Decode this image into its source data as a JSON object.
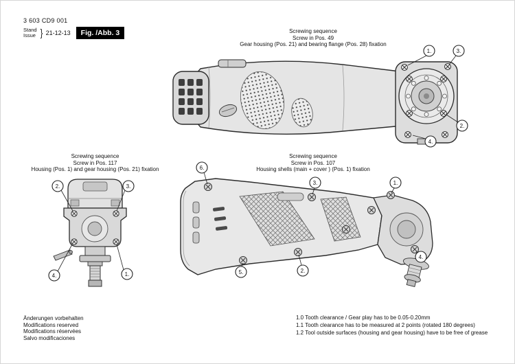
{
  "header": {
    "part_number": "3 603 CD9 001",
    "stand_label": "Stand",
    "issue_label": "Issue",
    "brace": "}",
    "date": "21-12-13",
    "fig_label": "Fig. /Abb. 3"
  },
  "sections": {
    "top_right": {
      "title": "Screwing sequence",
      "subtitle": "Screw in Pos. 49",
      "description": "Gear housing (Pos. 21) and bearing flange (Pos. 28) fixation",
      "callouts": [
        "1.",
        "3.",
        "2.",
        "4."
      ]
    },
    "left": {
      "title": "Screwing sequence",
      "subtitle": "Screw in Pos. 117",
      "description": "Housing (Pos. 1) and gear housing (Pos. 21) fixation",
      "callouts": [
        "2.",
        "3.",
        "4.",
        "1."
      ]
    },
    "center": {
      "title": "Screwing sequence",
      "subtitle": "Screw in Pos. 107",
      "description": "Housing shells (main + cover ) (Pos. 1) fixation",
      "callouts": [
        "6.",
        "3.",
        "1.",
        "5.",
        "2.",
        "4."
      ]
    }
  },
  "footer": {
    "left_lines": [
      "Änderungen vorbehalten",
      "Modifications reserved",
      "Modifications réservées",
      "Salvo modificaciones"
    ],
    "notes": [
      "1.0 Tooth clearance / Gear play has to be 0.05-0.20mm",
      "1.1 Tooth clearance has to be measured at 2 points (rotated 180 degrees)",
      "1.2 Tool outside surfaces (housing and gear housing) have to be free of grease"
    ]
  }
}
